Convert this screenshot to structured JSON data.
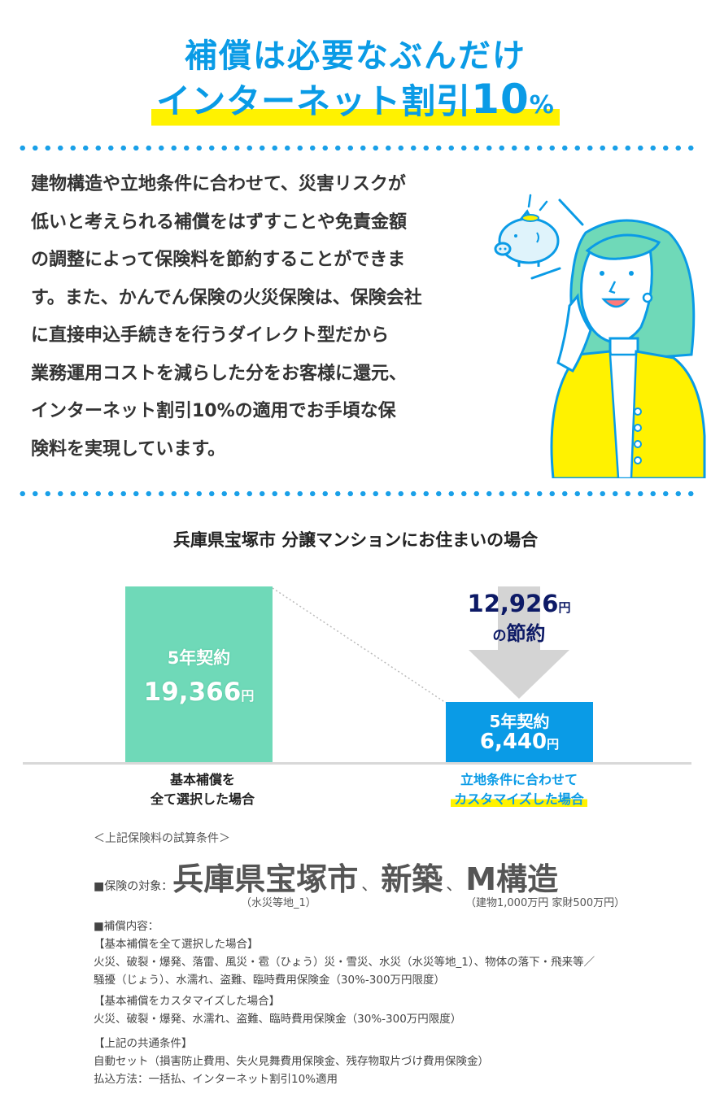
{
  "headline": {
    "line1": "補償は必要なぶんだけ",
    "line2_main": "インターネット割引",
    "line2_num": "10",
    "line2_pct": "%"
  },
  "body_lines": [
    "建物構造や立地条件に合わせて、災害リスクが",
    "低いと考えられる補償をはずすことや免責金額",
    "の調整によって保険料を節約することができま",
    "す。また、かんでん保険の火災保険は、保険会社",
    "に直接申込手続きを行うダイレクト型だから",
    "業務運用コストを減らした分をお客様に還元、",
    "インターネット割引10%の適用でお手頃な保",
    "険料を実現しています。"
  ],
  "compare": {
    "title": "兵庫県宝塚市  分譲マンションにお住まいの場合",
    "left": {
      "years": "5年契約",
      "amount": "19,366",
      "yen": "円",
      "caption1": "基本補償を",
      "caption2": "全て選択した場合"
    },
    "right": {
      "years": "5年契約",
      "amount": "6,440",
      "yen": "円",
      "caption1": "立地条件に合わせて",
      "caption2": "カスタマイズした場合"
    },
    "saving": {
      "amount": "12,926",
      "yen": "円",
      "no": "の",
      "label": "節約"
    }
  },
  "conditions": {
    "head": "＜上記保険料の試算条件＞",
    "target_label": "■保険の対象：",
    "place": "兵庫県宝塚市",
    "sep": "、",
    "new": "新築",
    "structure": "M構造",
    "note_place": "（水災等地_1）",
    "note_structure": "（建物1,000万円  家財500万円）",
    "lines": [
      "■補償内容：",
      "【基本補償を全て選択した場合】",
      "火災、破裂・爆発、落雷、風災・雹（ひょう）災・雪災、水災（水災等地_1）、物体の落下・飛来等／",
      "騒擾（じょう）、水濡れ、盗難、臨時費用保険金（30%-300万円限度）",
      "【基本補償をカスタマイズした場合】",
      "火災、破裂・爆発、水濡れ、盗難、臨時費用保険金（30%-300万円限度）",
      "【上記の共通条件】",
      "自動セット（損害防止費用、失火見舞費用保険金、残存物取片づけ費用保険金）",
      "払込方法：一括払、インターネット割引10%適用"
    ]
  },
  "colors": {
    "accent_blue": "#0a9be6",
    "mint": "#6fd9b8",
    "yellow": "#fff200",
    "navy": "#0d1a66"
  }
}
